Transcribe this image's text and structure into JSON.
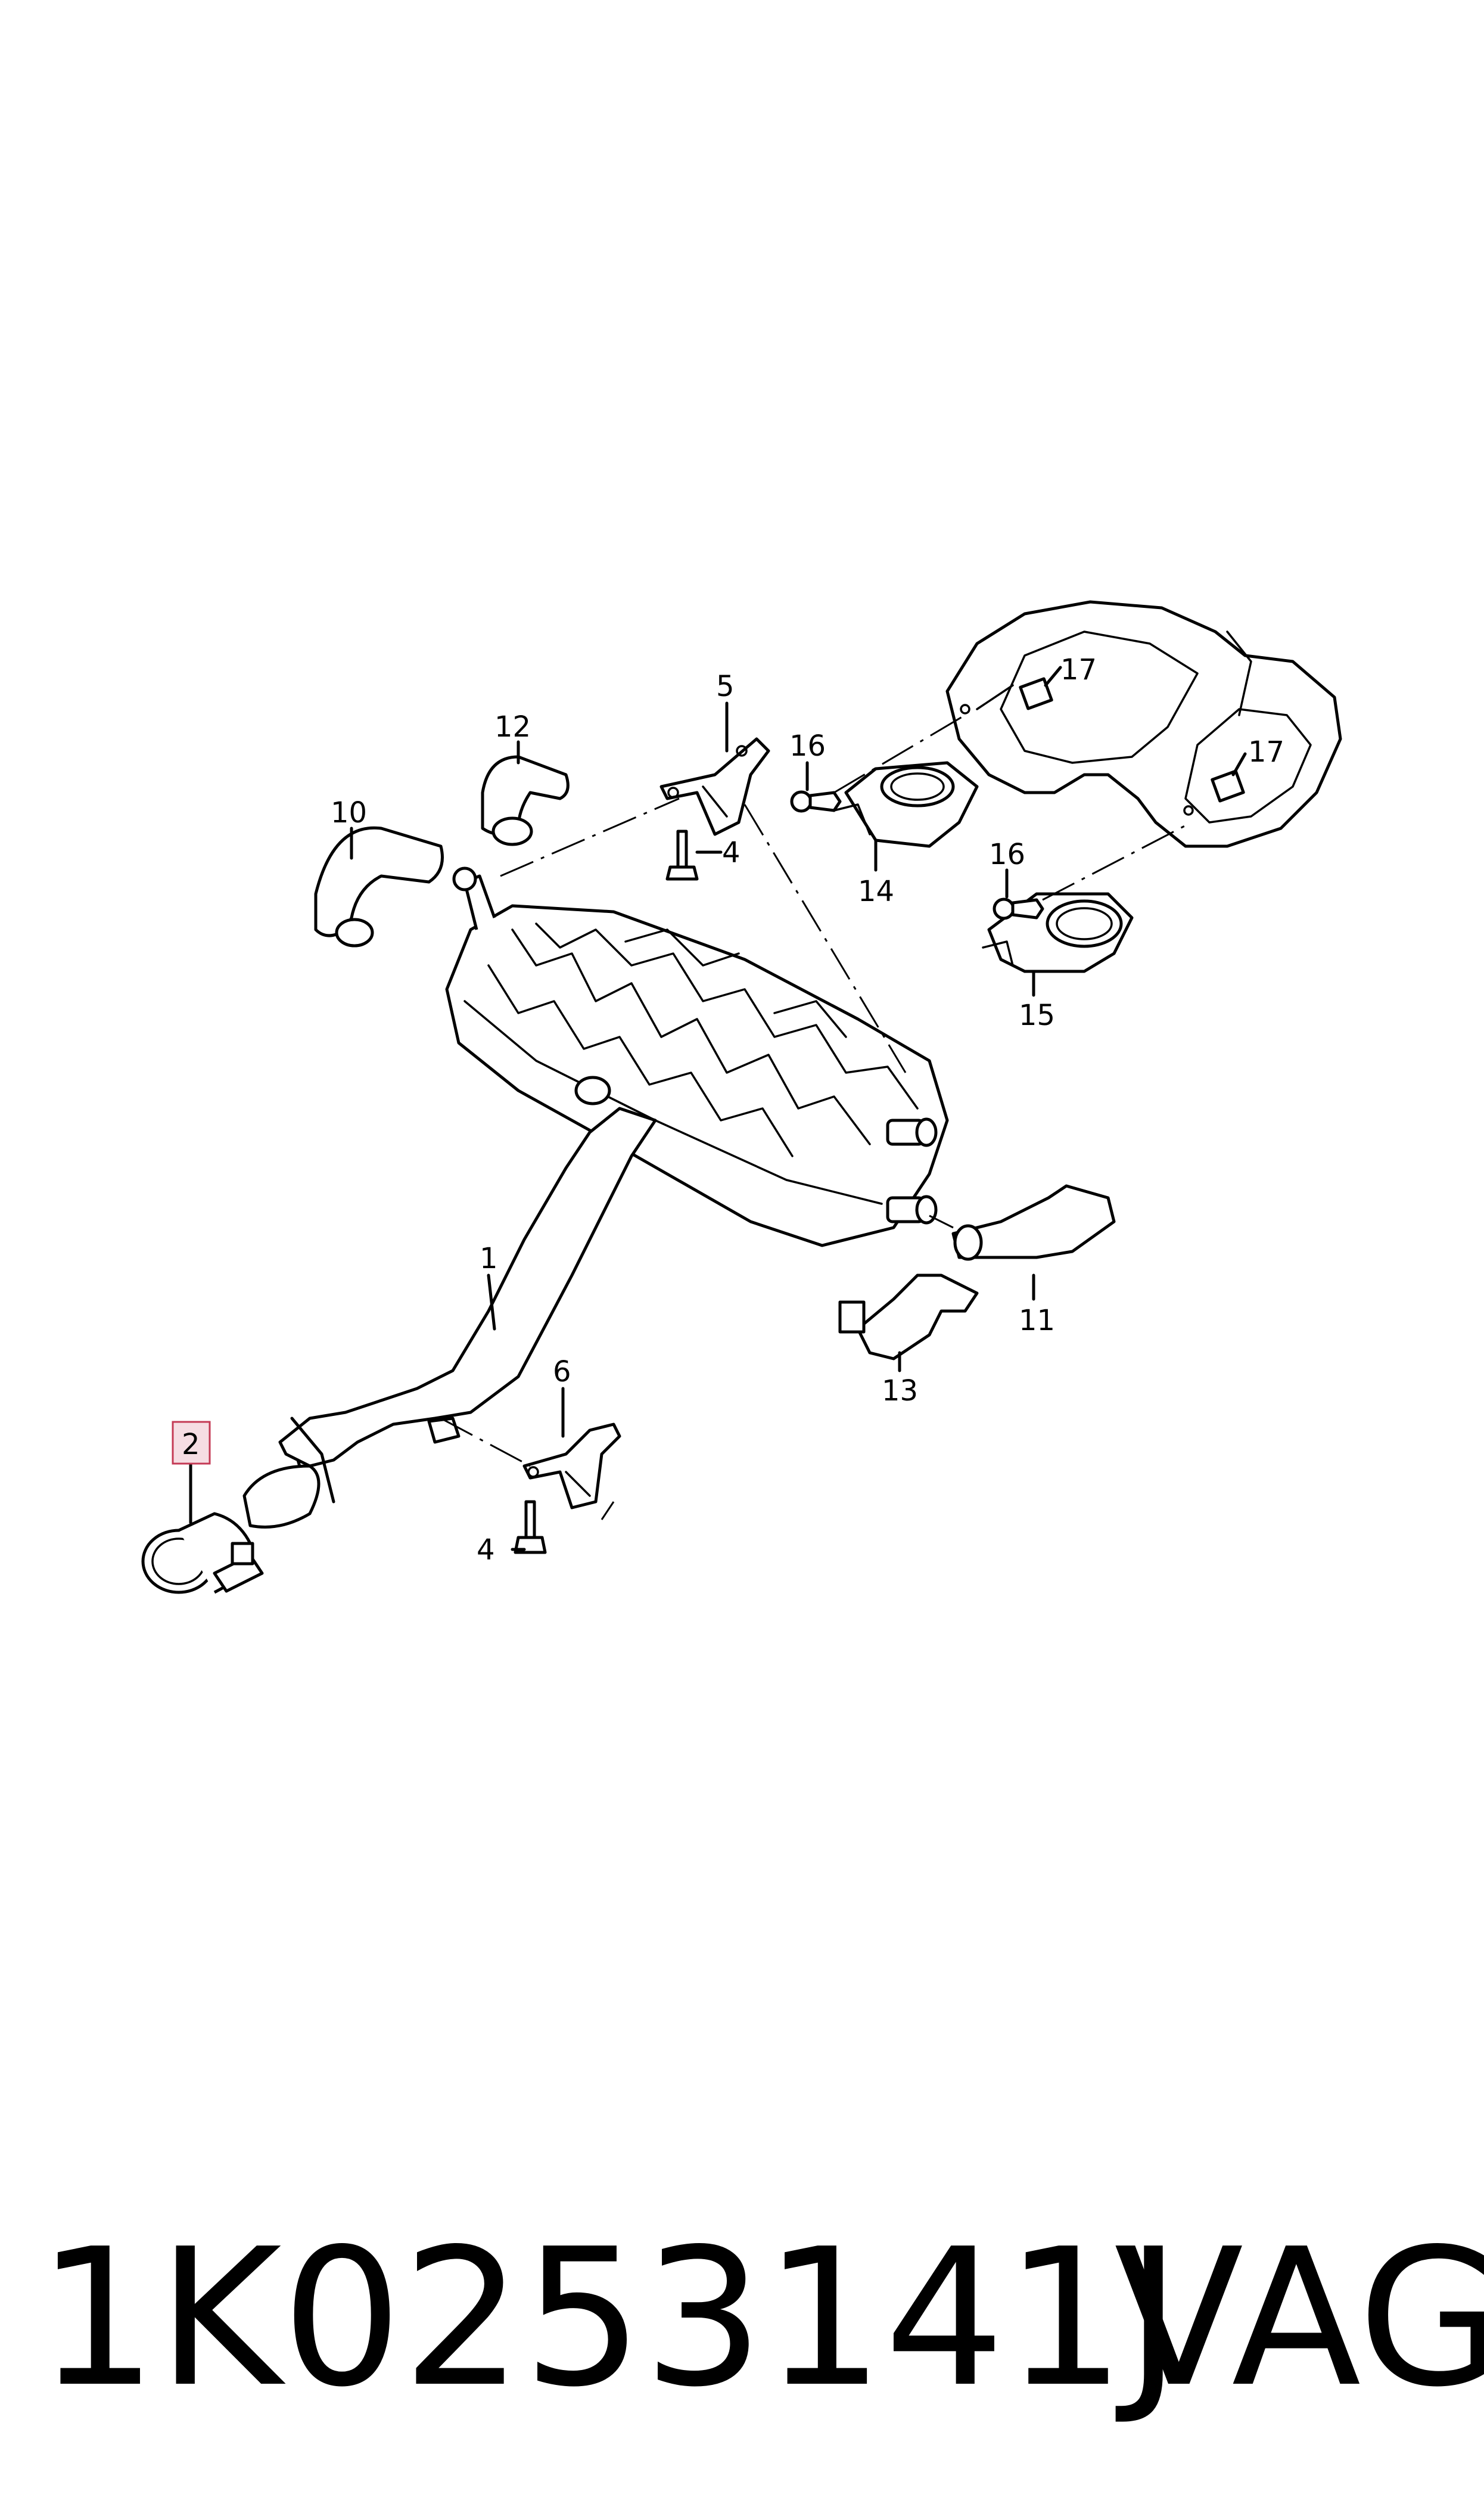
{
  "diagram": {
    "callouts": [
      {
        "id": "c1",
        "label": "1"
      },
      {
        "id": "c2",
        "label": "2"
      },
      {
        "id": "c4a",
        "label": "4"
      },
      {
        "id": "c4b",
        "label": "4"
      },
      {
        "id": "c5",
        "label": "5"
      },
      {
        "id": "c6",
        "label": "6"
      },
      {
        "id": "c10",
        "label": "10"
      },
      {
        "id": "c11",
        "label": "11"
      },
      {
        "id": "c12",
        "label": "12"
      },
      {
        "id": "c13",
        "label": "13"
      },
      {
        "id": "c14",
        "label": "14"
      },
      {
        "id": "c15",
        "label": "15"
      },
      {
        "id": "c16a",
        "label": "16"
      },
      {
        "id": "c16b",
        "label": "16"
      },
      {
        "id": "c17a",
        "label": "17"
      },
      {
        "id": "c17b",
        "label": "17"
      }
    ],
    "highlighted_callout": "2",
    "highlight_color": "#f6dde3",
    "highlight_border_color": "#c43a55"
  },
  "footer": {
    "part_number": "1K0253141J",
    "brand": "VAG"
  }
}
